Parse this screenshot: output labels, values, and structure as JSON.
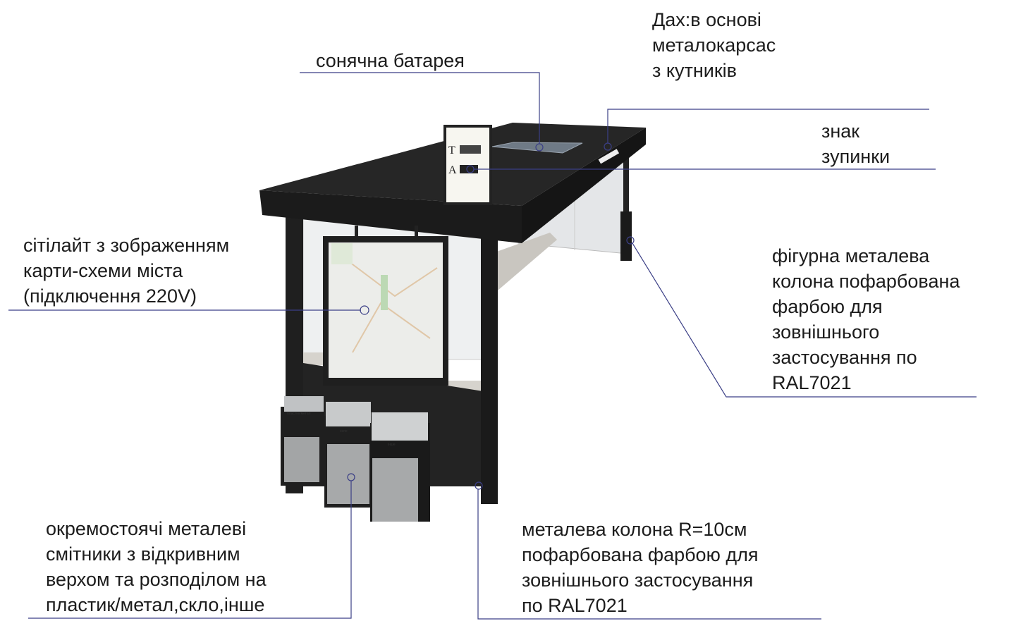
{
  "labels": {
    "roof": [
      "Дах:в основі",
      "металокарсас",
      "з кутників"
    ],
    "solar": [
      "сонячна батарея"
    ],
    "stop_sign": [
      "знак",
      "зупинки"
    ],
    "citylight": [
      "сітілайт з зображенням",
      "карти-схеми  міста",
      "(підключення 220V)"
    ],
    "figured_column": [
      "фігурна металева",
      "колона пофарбована",
      "фарбою для",
      "зовнішнього",
      "застосування по",
      "RAL7021"
    ],
    "bins": [
      "окремостоячі металеві",
      "смітники з відкривним",
      "верхом та розподілом на",
      "пластик/метал,скло,інше"
    ],
    "column": [
      "металева колона R=10см",
      "пофарбована фарбою для",
      "зовнішнього застосування",
      "по RAL7021"
    ]
  },
  "sign": {
    "letter_top": "T",
    "letter_bottom": "A"
  },
  "bins": [
    "пластик/метал",
    "скло",
    "інше"
  ],
  "colors": {
    "callout_line": "#3b3f86",
    "structure": "#1e1e1e",
    "glass": "#e6e8ea"
  }
}
